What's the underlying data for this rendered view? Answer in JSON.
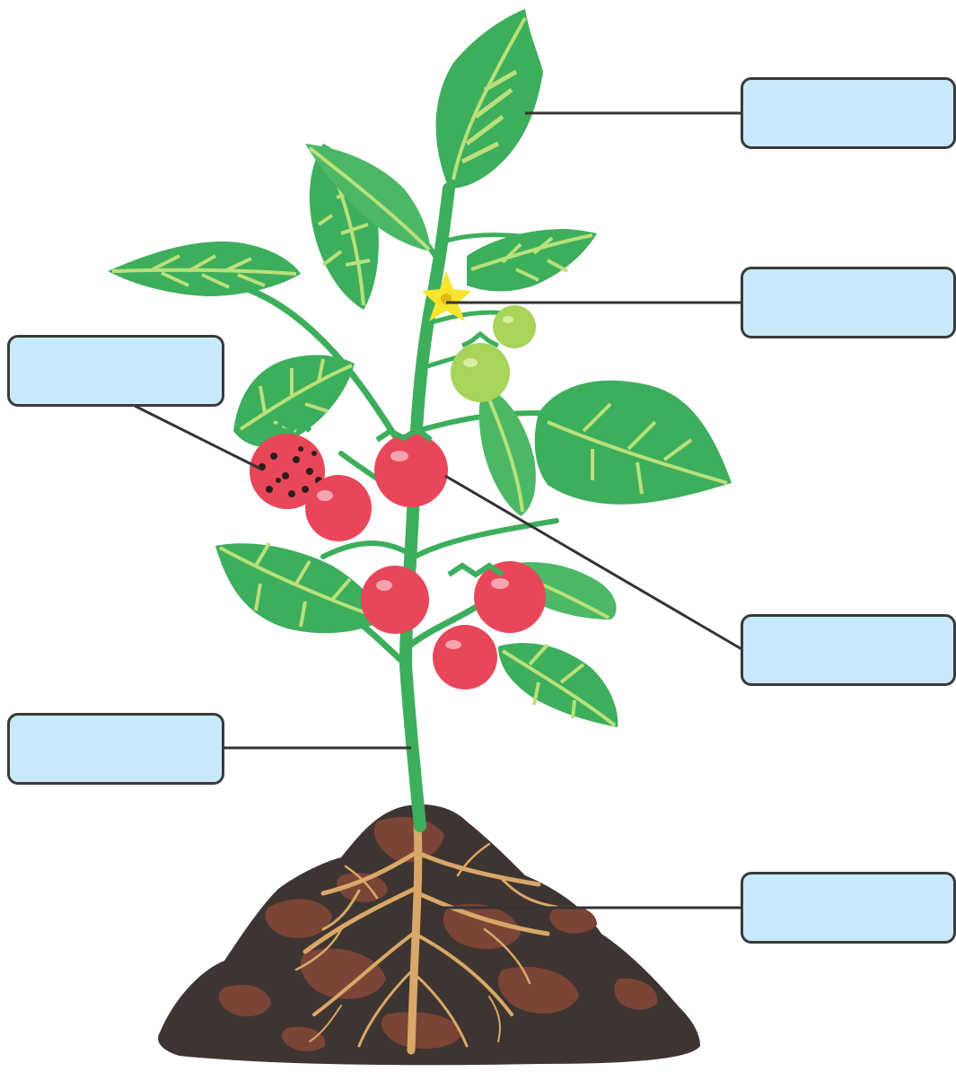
{
  "diagram": {
    "labels": [
      {
        "id": "leaf",
        "text": ""
      },
      {
        "id": "flower",
        "text": ""
      },
      {
        "id": "seed",
        "text": ""
      },
      {
        "id": "fruit",
        "text": ""
      },
      {
        "id": "stem",
        "text": ""
      },
      {
        "id": "root",
        "text": ""
      }
    ]
  },
  "colors": {
    "label_fill": "#c8e9fa",
    "label_border": "#3a3a3a",
    "leaf_dark": "#3dae5c",
    "leaf_light": "#b9e07a",
    "tomato_red": "#e8475a",
    "tomato_green": "#a8d45a",
    "flower_yellow": "#f7e52e",
    "soil_dark": "#3e3532",
    "soil_clump": "#7a4536",
    "root": "#d9a868"
  }
}
